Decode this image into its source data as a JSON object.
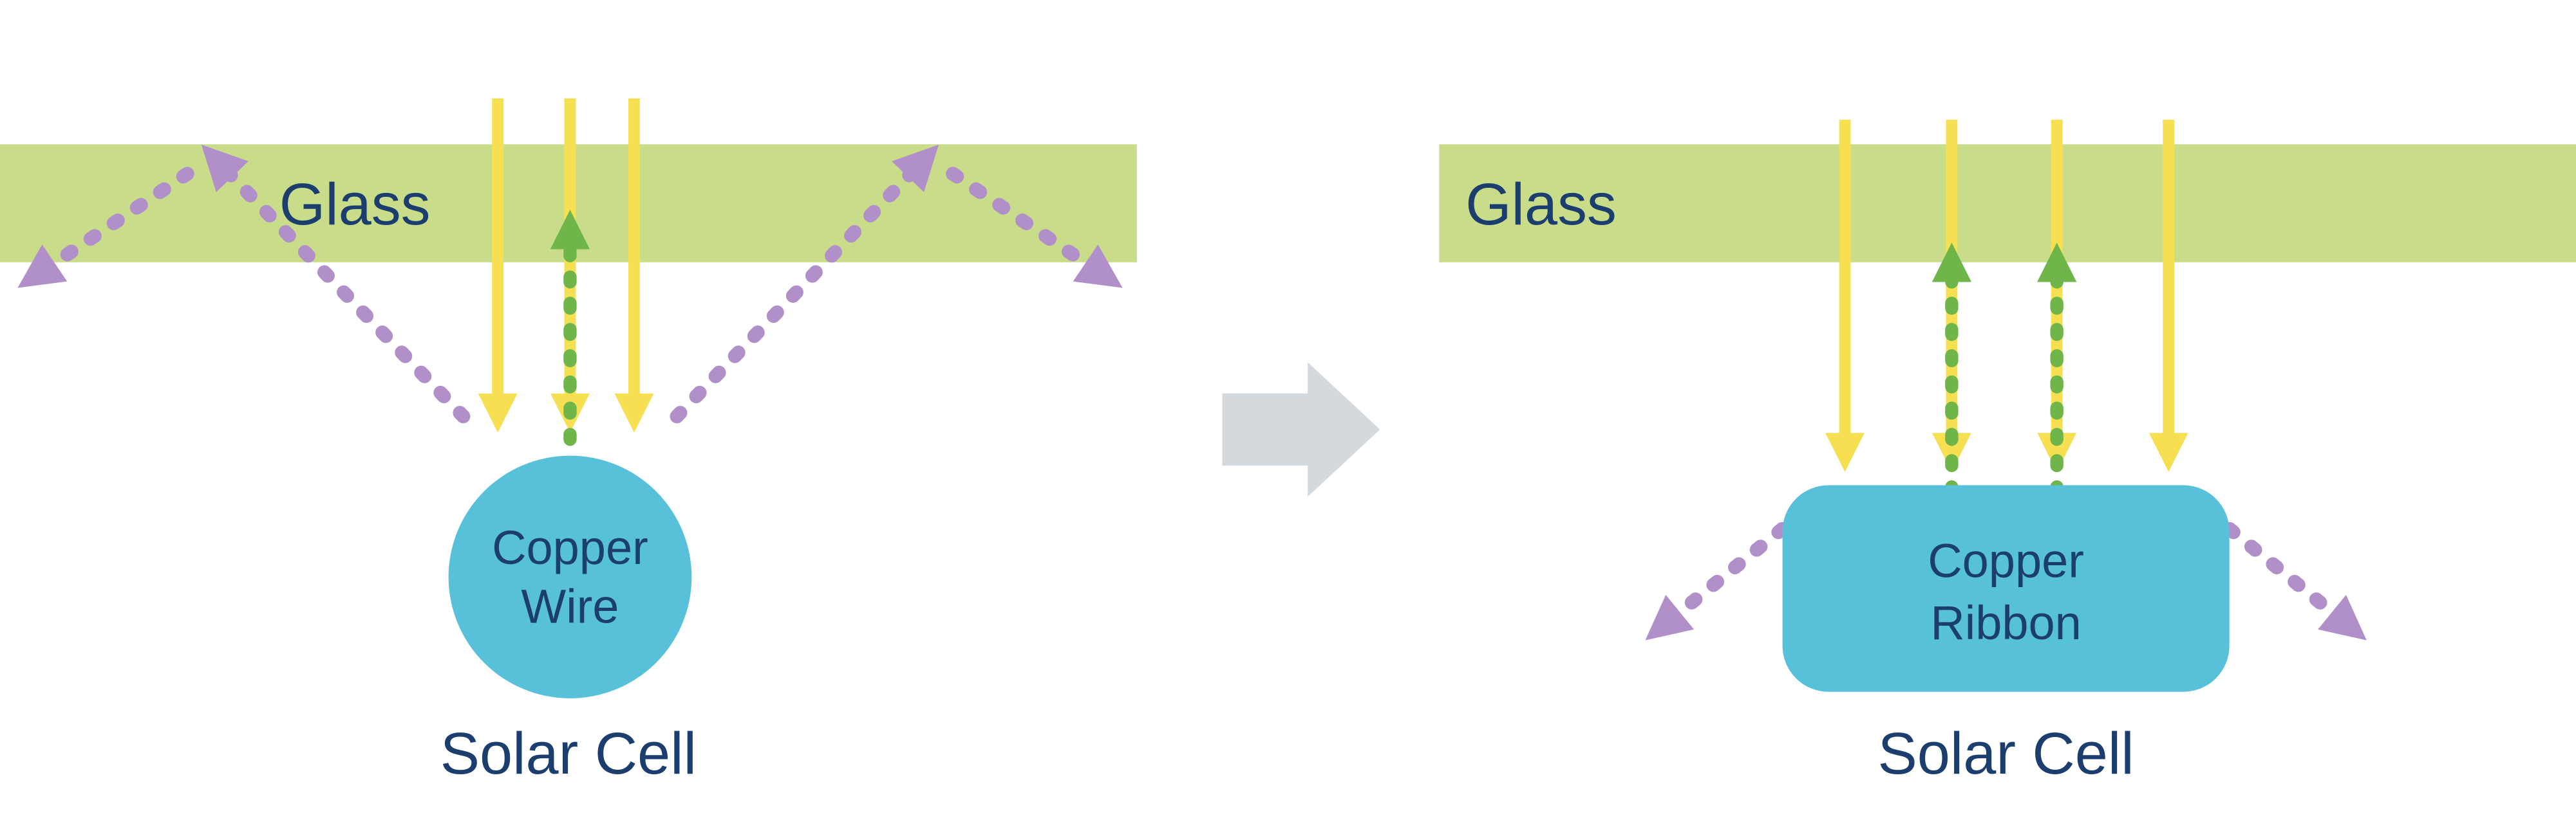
{
  "diagram": {
    "before": {
      "glass_label": "Glass",
      "component_label_line1": "Copper",
      "component_label_line2": "Wire",
      "cell_label": "Solar Cell"
    },
    "after": {
      "glass_label": "Glass",
      "component_label_line1": "Copper",
      "component_label_line2": "Ribbon",
      "cell_label": "Solar Cell"
    },
    "colors": {
      "glass": "#c9dc8a",
      "label_text": "#1c3e6e",
      "sunlight_arrow": "#f6e052",
      "absorbed_arrow": "#6fb549",
      "scattered_arrow": "#b18fc9",
      "copper": "#57c1d9",
      "transition_arrow": "#d3d9dc"
    }
  }
}
